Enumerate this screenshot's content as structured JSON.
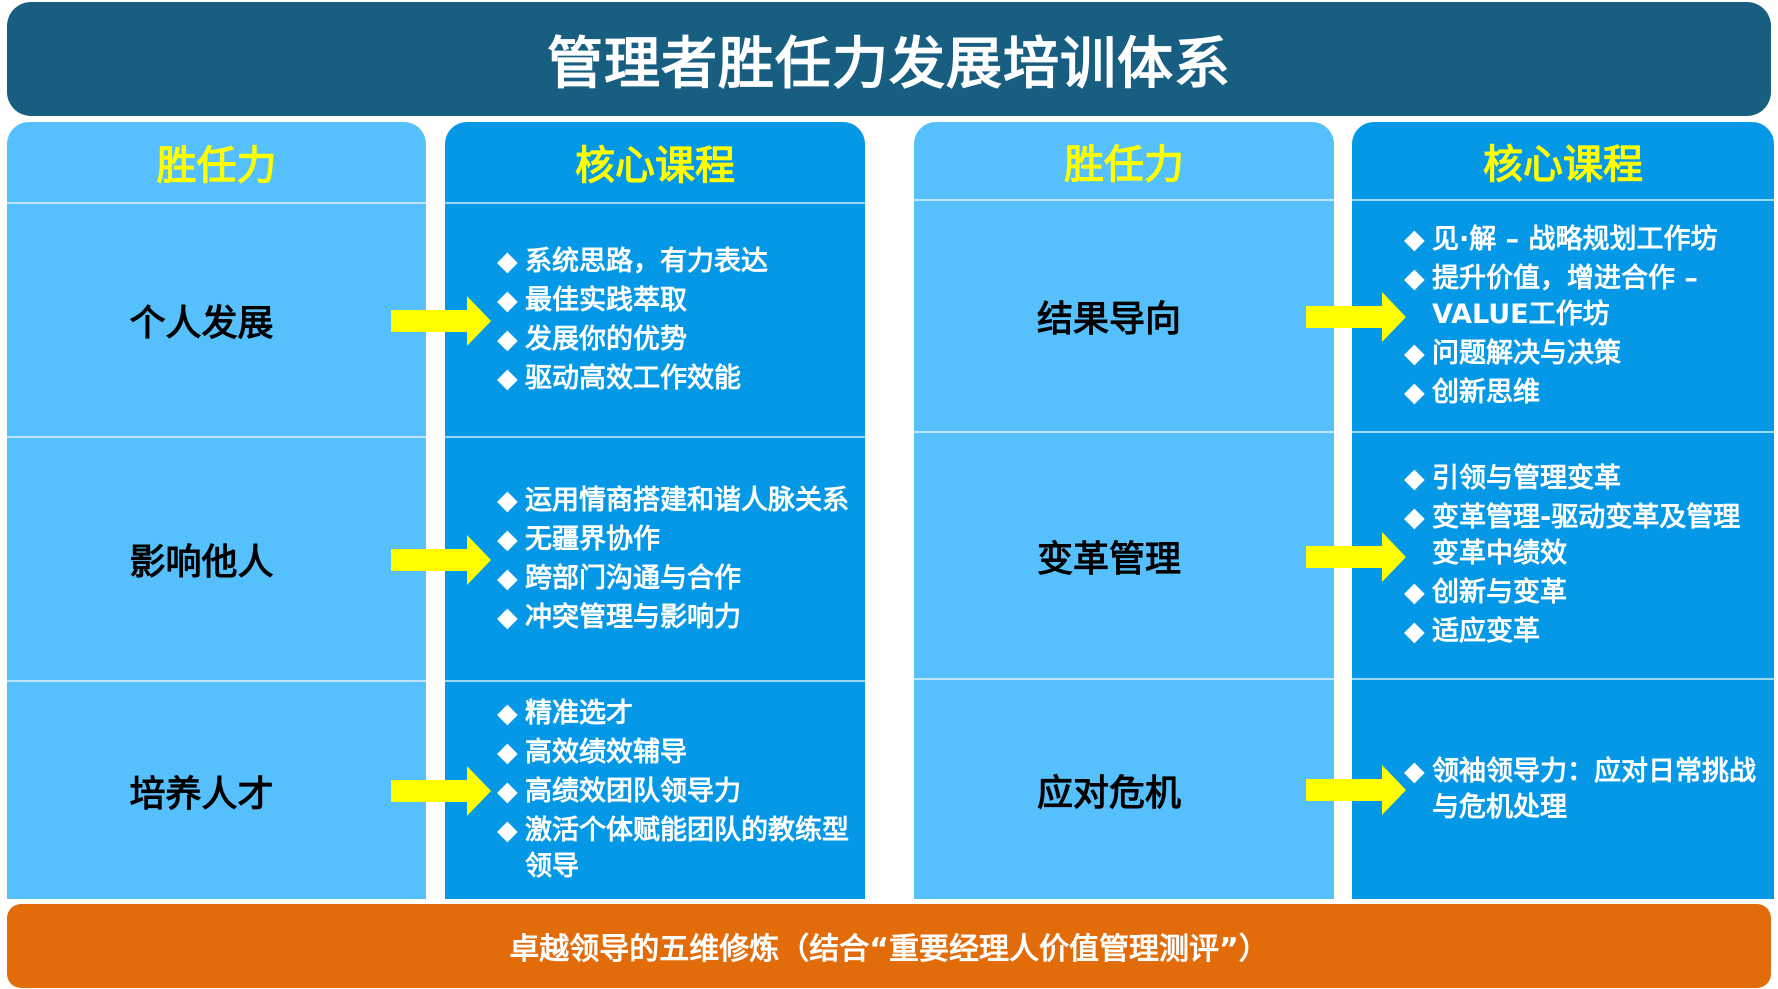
{
  "title": "管理者胜任力发展培训体系",
  "bullet_icon": "◆",
  "colors": {
    "header": "#175E80",
    "light_column": "#55C0FC",
    "dark_column": "#0598E6",
    "heading_text": "#FFFF00",
    "arrow": "#FFFF00",
    "footer": "#E36C0A"
  },
  "left": {
    "competency_header": "胜任力",
    "course_header": "核心课程",
    "rows": [
      {
        "competency": "个人发展",
        "courses": [
          "系统思路，有力表达",
          "最佳实践萃取",
          "发展你的优势",
          "驱动高效工作效能"
        ]
      },
      {
        "competency": "影响他人",
        "courses": [
          "运用情商搭建和谐人脉关系",
          "无疆界协作",
          "跨部门沟通与合作",
          "冲突管理与影响力"
        ]
      },
      {
        "competency": "培养人才",
        "courses": [
          "精准选才",
          "高效绩效辅导",
          "高绩效团队领导力",
          "激活个体赋能团队的教练型领导"
        ]
      }
    ]
  },
  "right": {
    "competency_header": "胜任力",
    "course_header": "核心课程",
    "rows": [
      {
        "competency": "结果导向",
        "courses": [
          "见·解 – 战略规划工作坊",
          "提升价值，增进合作 – VALUE工作坊",
          "问题解决与决策",
          "创新思维"
        ]
      },
      {
        "competency": "变革管理",
        "courses": [
          "引领与管理变革",
          "变革管理-驱动变革及管理变革中绩效",
          "创新与变革",
          "适应变革"
        ]
      },
      {
        "competency": "应对危机",
        "courses": [
          "领袖领导力：应对日常挑战与危机处理"
        ]
      }
    ]
  },
  "footer": "卓越领导的五维修炼（结合“重要经理人价值管理测评”）"
}
